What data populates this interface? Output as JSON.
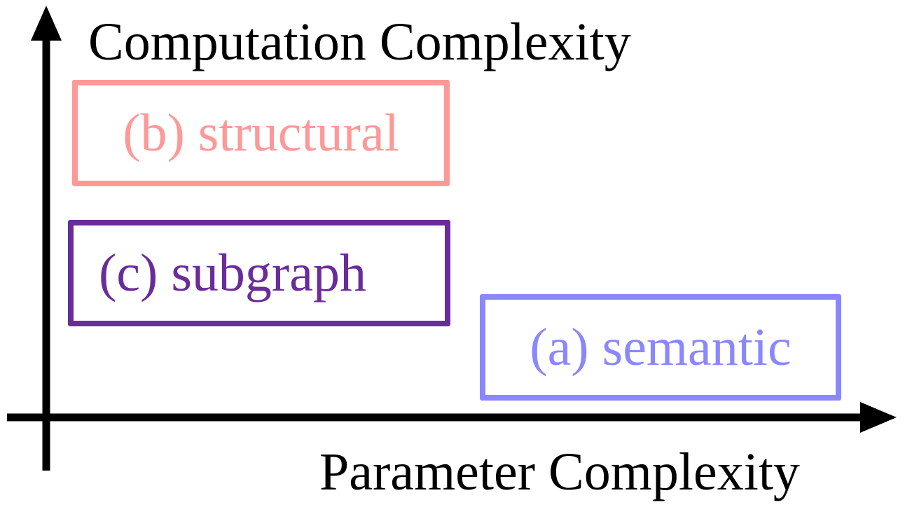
{
  "axes": {
    "y_label": "Computation Complexity",
    "x_label": "Parameter Complexity"
  },
  "boxes": {
    "structural": {
      "label": "(b) structural",
      "color": "#FF9898"
    },
    "subgraph": {
      "label": "(c) subgraph",
      "color": "#6A2C9A"
    },
    "semantic": {
      "label": "(a) semantic",
      "color": "#8A87FF"
    }
  }
}
